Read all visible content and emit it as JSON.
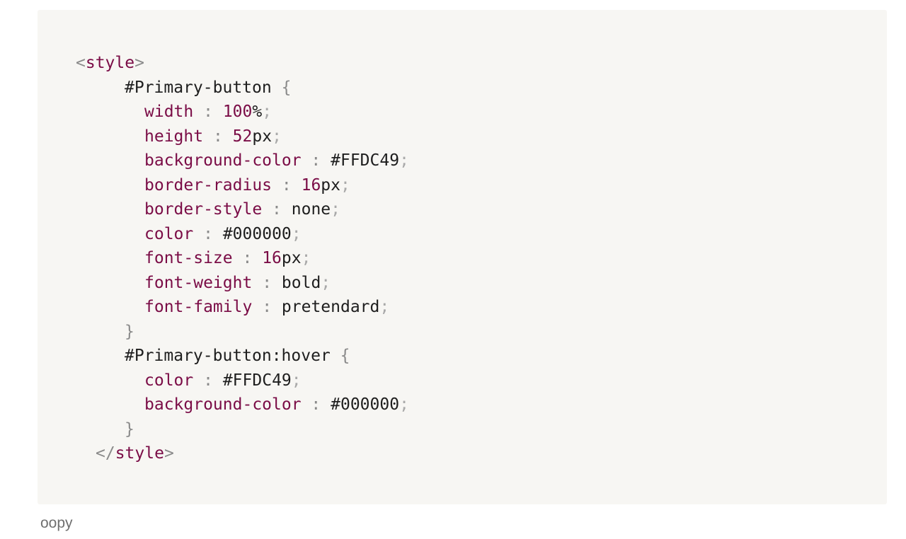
{
  "code": {
    "open_tag": {
      "lt": "<",
      "name": "style",
      "gt": ">"
    },
    "rules": [
      {
        "selector": "#Primary-button",
        "open_brace": "{",
        "close_brace": "}",
        "declarations": [
          {
            "prop": "width",
            "num": "100",
            "unit": "%"
          },
          {
            "prop": "height",
            "num": "52",
            "unit": "px"
          },
          {
            "prop": "background-color",
            "num": "",
            "unit": "#FFDC49"
          },
          {
            "prop": "border-radius",
            "num": "16",
            "unit": "px"
          },
          {
            "prop": "border-style",
            "num": "",
            "unit": "none"
          },
          {
            "prop": "color",
            "num": "",
            "unit": "#000000"
          },
          {
            "prop": "font-size",
            "num": "16",
            "unit": "px"
          },
          {
            "prop": "font-weight",
            "num": "",
            "unit": "bold"
          },
          {
            "prop": "font-family",
            "num": "",
            "unit": "pretendard"
          }
        ]
      },
      {
        "selector": "#Primary-button:hover",
        "open_brace": "{",
        "close_brace": "}",
        "declarations": [
          {
            "prop": "color",
            "num": "",
            "unit": "#FFDC49"
          },
          {
            "prop": "background-color",
            "num": "",
            "unit": "#000000"
          }
        ]
      }
    ],
    "close_tag": {
      "lt": "</",
      "name": "style",
      "gt": ">"
    },
    "colon": ":",
    "semicolon": ";"
  },
  "caption": "oopy",
  "colors": {
    "code_background": "#f7f6f3",
    "keyword": "#7a0c46",
    "punctuation": "#8a8a8a",
    "text": "#1e1e1e"
  }
}
